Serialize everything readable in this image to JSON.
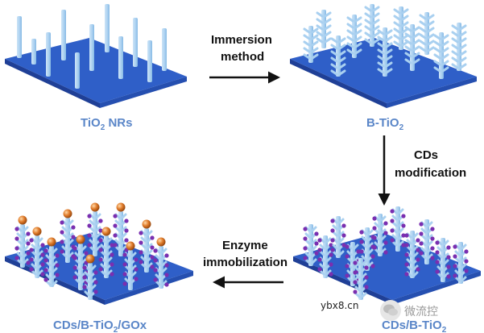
{
  "panels": {
    "tio2_nrs": {
      "label_main": "TiO",
      "label_sub": "2",
      "label_tail": " NRs"
    },
    "b_tio2": {
      "label_main": "B-TiO",
      "label_sub": "2",
      "label_tail": ""
    },
    "cds_b_tio2": {
      "label_main": "CDs/B-TiO",
      "label_sub": "2",
      "label_tail": ""
    },
    "cds_b_tio2_gox": {
      "label_main": "CDs/B-TiO",
      "label_sub": "2",
      "label_tail": "/GOx"
    }
  },
  "steps": {
    "immersion": {
      "line1": "Immersion",
      "line2": "method"
    },
    "cds_mod": {
      "line1": "CDs",
      "line2": "modification"
    },
    "enzyme": {
      "line1": "Enzyme",
      "line2": "immobilization"
    }
  },
  "watermark": {
    "url": "ybx8.cn",
    "wechat": "微流控"
  },
  "colors": {
    "substrate_top": "#2f5fc8",
    "substrate_side": "#1f3f96",
    "rod": "#a9d0f0",
    "rod_dark": "#7fb3e0",
    "cd_dot": "#7a2fb0",
    "gox_sphere": "#e07b2a",
    "panel_label": "#5a86c8",
    "arrow": "#111111"
  }
}
